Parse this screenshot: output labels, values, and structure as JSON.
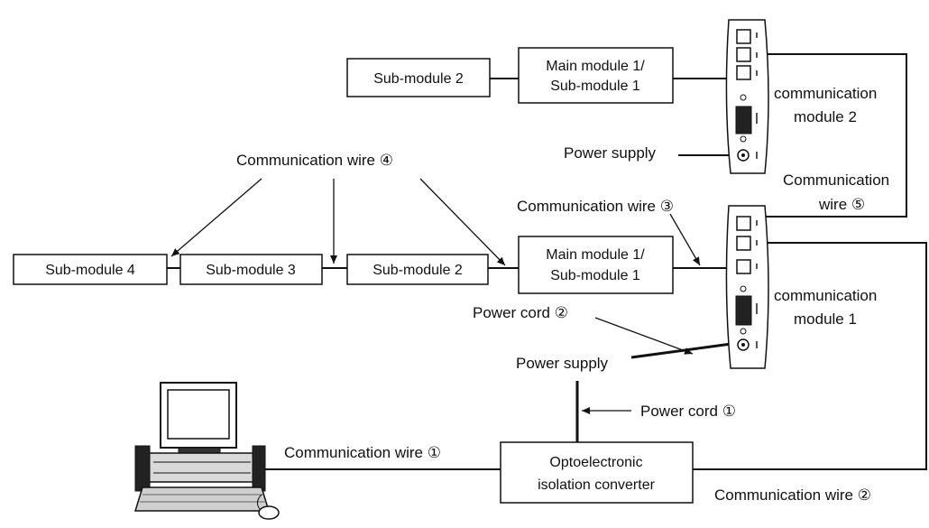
{
  "modules": {
    "top_sub_module_2": "Sub-module 2",
    "top_main_module": [
      "Main module 1/",
      "Sub-module 1"
    ],
    "mid_sub_module_4": "Sub-module 4",
    "mid_sub_module_3": "Sub-module 3",
    "mid_sub_module_2": "Sub-module 2",
    "mid_main_module": [
      "Main module 1/",
      "Sub-module 1"
    ],
    "converter": [
      "Optoelectronic",
      "isolation converter"
    ]
  },
  "comm_modules": {
    "module_2": [
      "communication",
      "module 2"
    ],
    "module_1": [
      "communication",
      "module 1"
    ]
  },
  "labels": {
    "power_supply_top": "Power supply",
    "power_supply_mid": "Power supply",
    "comm_wire_4": "Communication wire ④",
    "comm_wire_3": "Communication wire ③",
    "comm_wire_5": [
      "Communication",
      "wire ⑤"
    ],
    "power_cord_2": "Power cord ②",
    "power_cord_1": "Power cord ①",
    "comm_wire_1": "Communication wire ①",
    "comm_wire_2": "Communication wire ②"
  }
}
